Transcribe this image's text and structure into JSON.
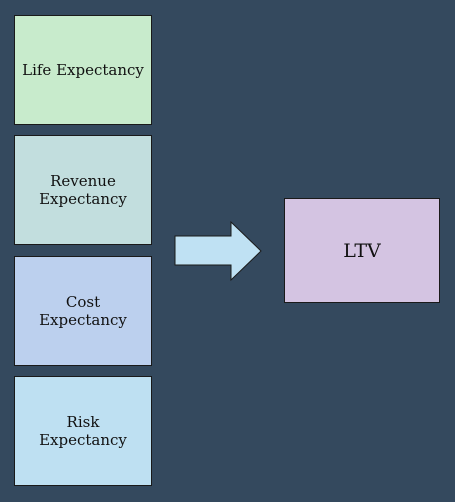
{
  "inputs": [
    {
      "label": "Life Expectancy",
      "color": "#c8ebcc"
    },
    {
      "label": "Revenue\nExpectancy",
      "color": "#c2dede"
    },
    {
      "label": "Cost\nExpectancy",
      "color": "#bcd0ee"
    },
    {
      "label": "Risk\nExpectancy",
      "color": "#bee0f2"
    }
  ],
  "arrow": {
    "icon": "right-arrow-icon",
    "color": "#bfe1f3"
  },
  "output": {
    "label": "LTV",
    "color": "#d4c4e2"
  },
  "colors": {
    "background": "#34495e",
    "border": "#1a1a1a"
  }
}
